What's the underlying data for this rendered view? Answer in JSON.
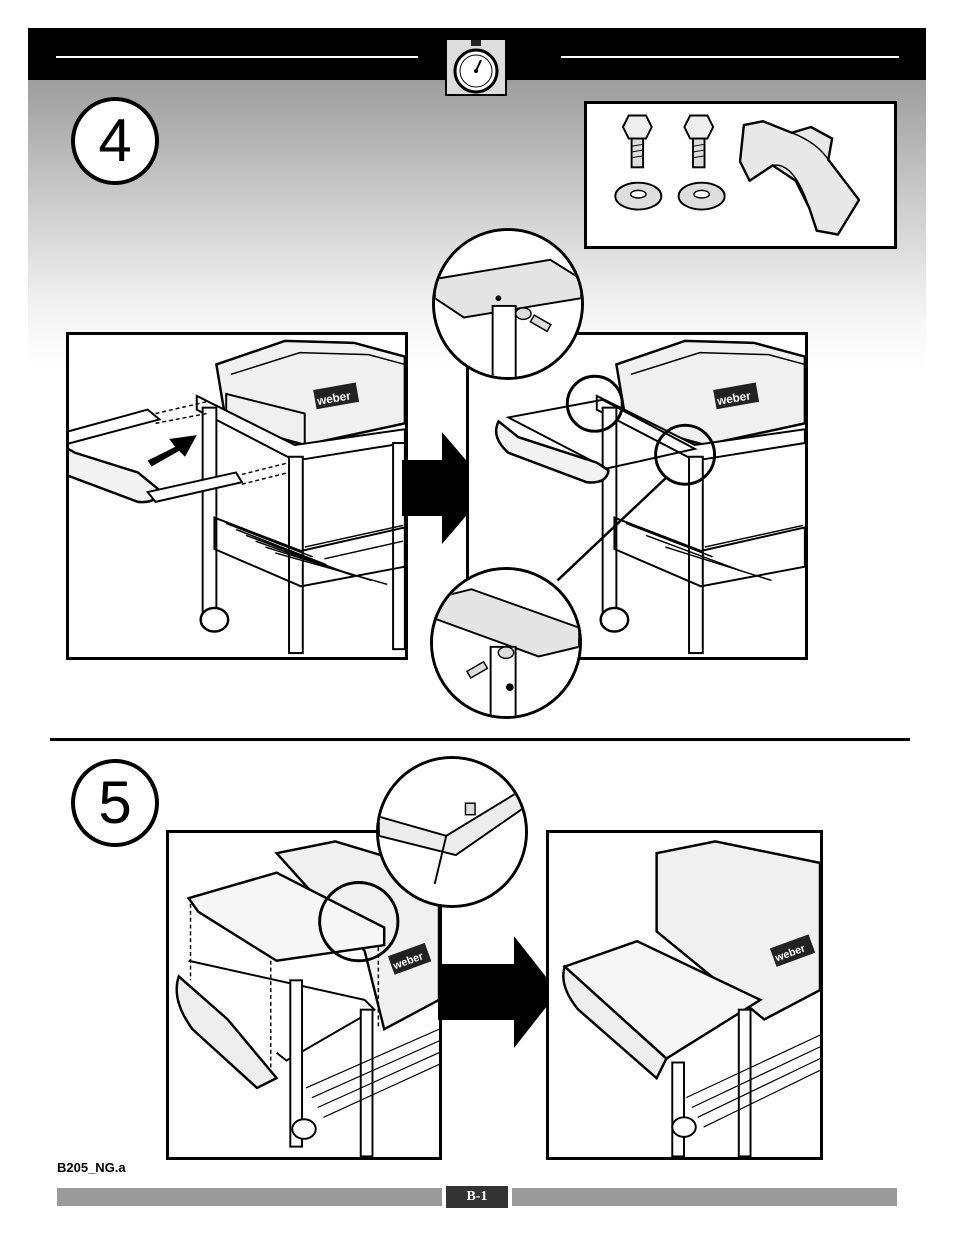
{
  "steps": {
    "step4": {
      "number": "4"
    },
    "step5": {
      "number": "5"
    }
  },
  "grill": {
    "brand_label": "weber"
  },
  "footer": {
    "model_code": "B205_NG.a",
    "page_number": "B-1"
  },
  "colors": {
    "header": "#000000",
    "footer_bar": "#9a9a9a",
    "page_badge": "#333333"
  },
  "icons": [
    "stopwatch-icon",
    "hex-bolt-icon",
    "washer-icon",
    "bracket-icon",
    "right-arrow-icon"
  ]
}
